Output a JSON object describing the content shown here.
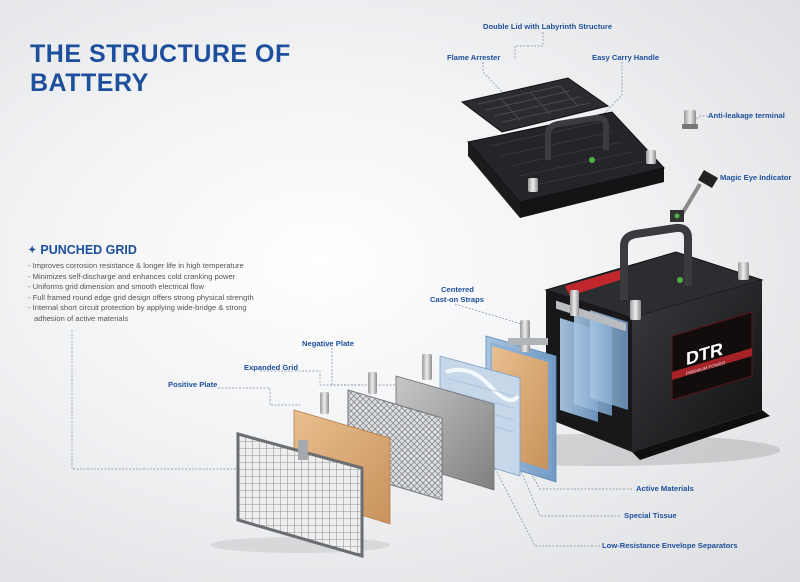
{
  "title": {
    "line1": "THE STRUCTURE OF",
    "line2": "BATTERY"
  },
  "punched_grid": {
    "heading": "PUNCHED GRID",
    "bullets": [
      "- Improves corrosion resistance & longer life in high temperature",
      "- Minimizes self-discharge and enhances cold cranking power",
      "- Uniforms grid dimension and smooth electrical flow",
      "- Full framed round edge grid design offers strong physical strength",
      "- Internal short circuit protection by applying wide-bridge & strong",
      "  adhesion of active materials"
    ]
  },
  "labels": {
    "double_lid": "Double Lid with Labyrinth Structure",
    "flame_arrester": "Flame Arrester",
    "carry_handle": "Easy Carry Handle",
    "anti_leakage": "Anti-leakage terminal",
    "magic_eye": "Magic Eye Indicator",
    "cast_on_straps_1": "Centered",
    "cast_on_straps_2": "Cast-on Straps",
    "negative_plate": "Negative Plate",
    "expanded_grid": "Expanded Grid",
    "positive_plate": "Positive Plate",
    "active_materials": "Active Materials",
    "special_tissue": "Special Tissue",
    "separators": "Low-Resistance Envelope Separators"
  },
  "brand": {
    "logo": "DTR",
    "tagline": "PREMIUM POWER"
  },
  "colors": {
    "accent": "#1d4f9c",
    "battery_body": "#1c1c1e",
    "brand_red": "#c0272d",
    "plate_tan": "#d9a873",
    "separator_blue": "#8fb3d6"
  }
}
